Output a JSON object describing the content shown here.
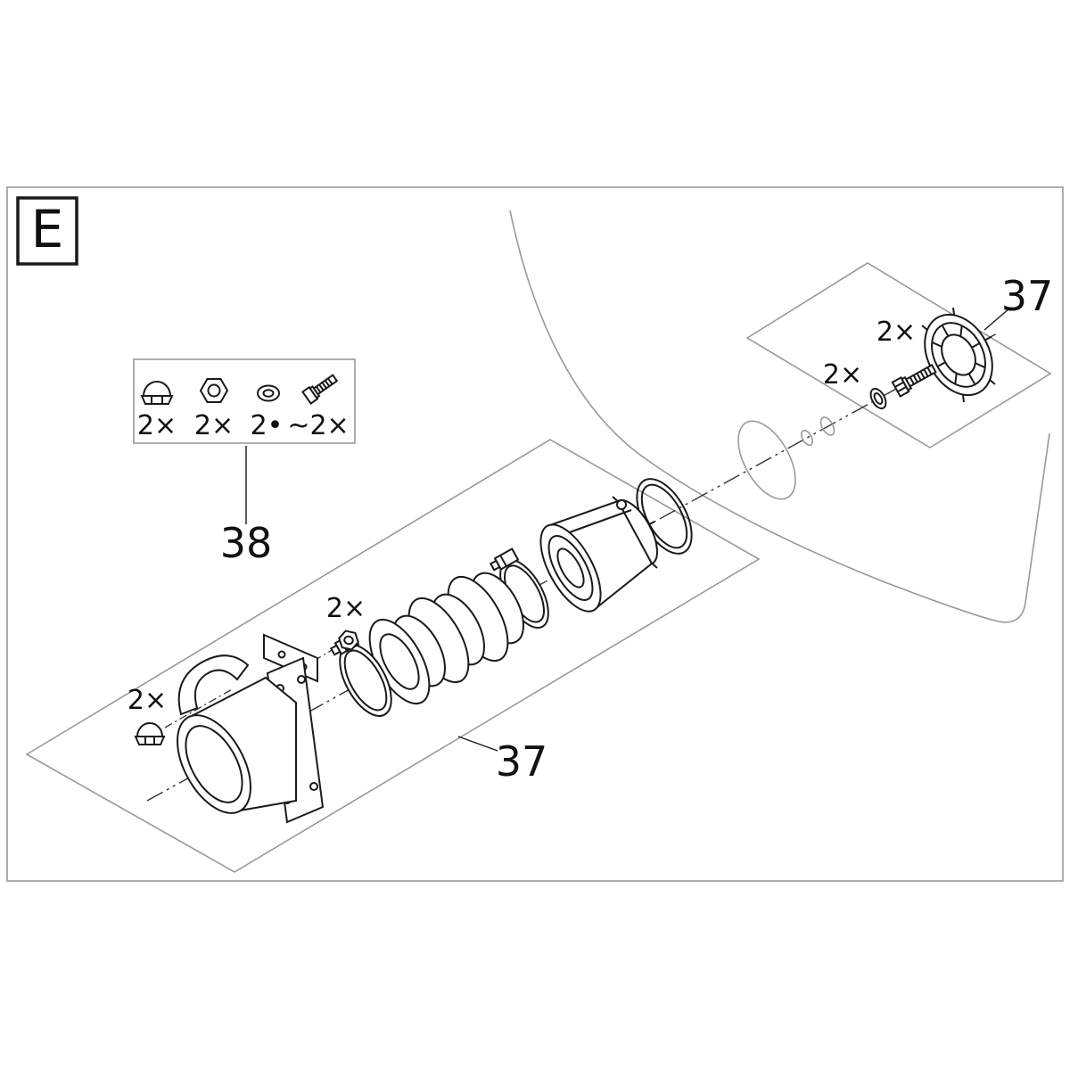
{
  "figure": {
    "section_label": "E",
    "part_labels": {
      "upper_assembly": "37",
      "lower_assembly": "37",
      "hardware_kit": "38"
    },
    "hardware_box": {
      "labels": [
        "2×",
        "2×",
        "2•",
        "~2×"
      ]
    },
    "quantities": {
      "upper_screw": "2×",
      "upper_washer": "2×",
      "lower_nut": "2×",
      "lower_cap_nut": "2×"
    },
    "colors": {
      "line": "#1a1a1a",
      "light_line": "#999999",
      "background": "#ffffff"
    }
  }
}
